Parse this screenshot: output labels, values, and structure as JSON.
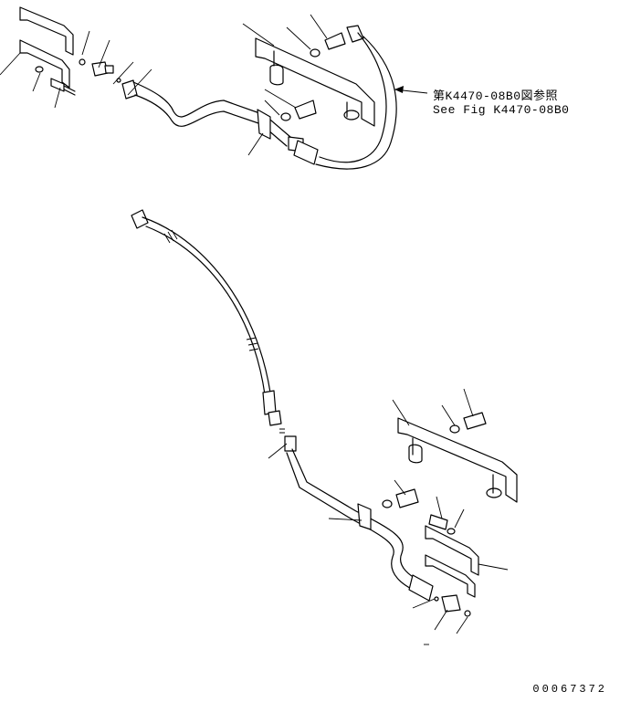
{
  "reference_note": {
    "jp": "第K4470-08B0図参照",
    "en": "See Fig K4470-08B0"
  },
  "drawing_code": "00067372"
}
